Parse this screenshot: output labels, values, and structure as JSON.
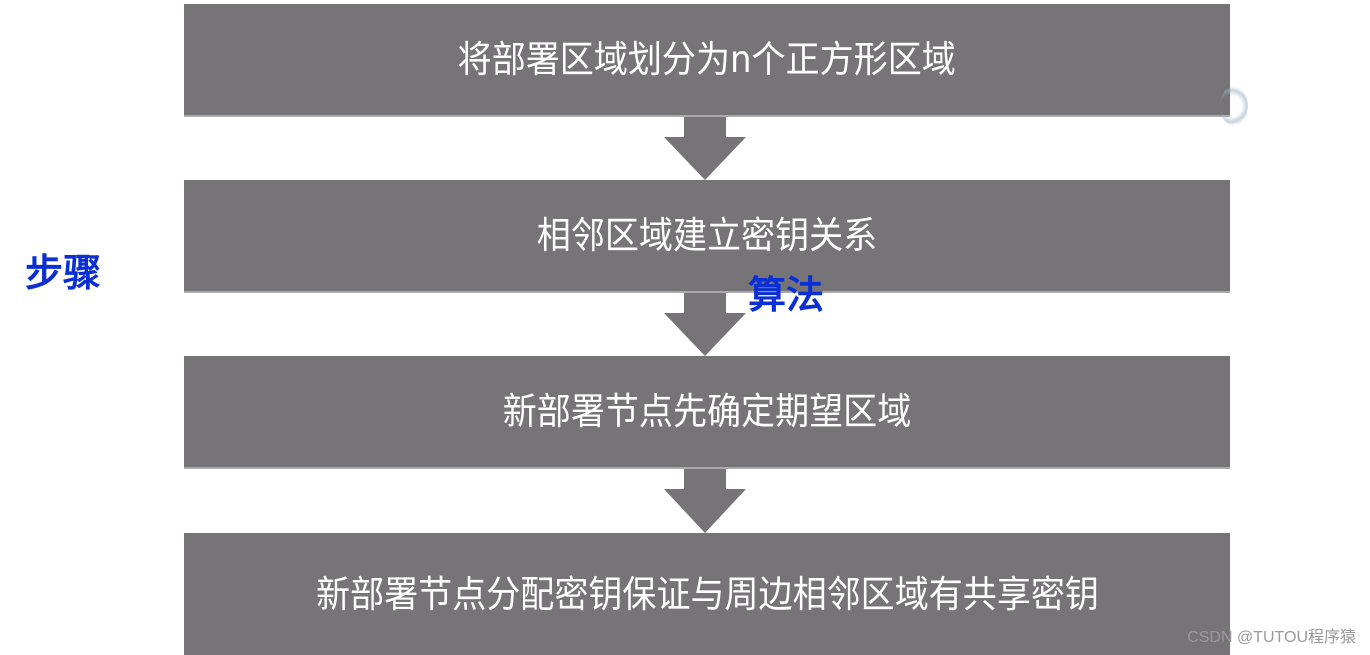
{
  "diagram": {
    "side_label": "步骤",
    "center_label": "算法",
    "steps": [
      {
        "text": "将部署区域划分为n个正方形区域"
      },
      {
        "text": "相邻区域建立密钥关系"
      },
      {
        "text": "新部署节点先确定期望区域"
      },
      {
        "text": "新部署节点分配密钥保证与周边相邻区域有共享密钥"
      }
    ],
    "connectors": [
      "arrow-down",
      "arrow-down",
      "arrow-down"
    ]
  },
  "colors": {
    "box_fill": "#767476",
    "box_text": "#ffffff",
    "arrow_fill": "#767476",
    "label_blue": "#0a2fd4",
    "watermark": "#9a9a9a"
  },
  "watermark": "CSDN @TUTOU程序猿"
}
